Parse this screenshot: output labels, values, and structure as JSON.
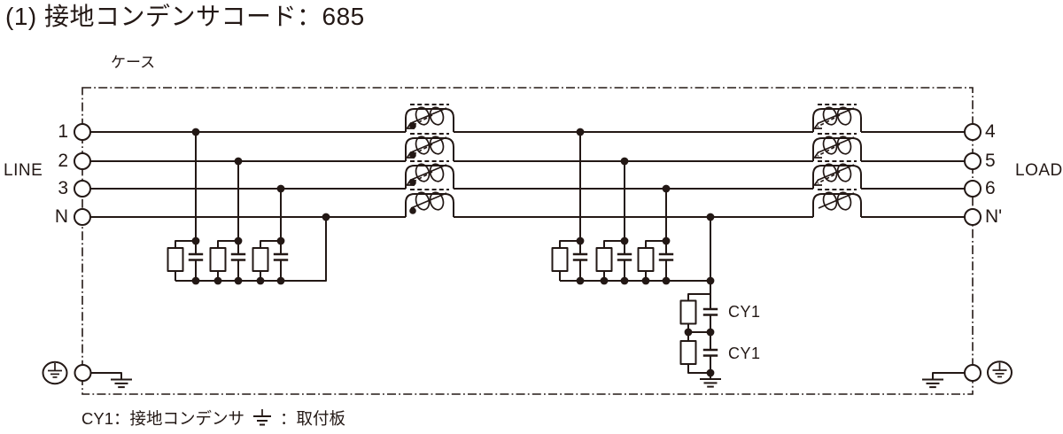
{
  "colors": {
    "ink": "#231815",
    "background": "#ffffff"
  },
  "title": "(1) 接地コンデンサコード：685",
  "case_label": "ケース",
  "side_labels": {
    "line": "LINE",
    "load": "LOAD"
  },
  "terminals": {
    "left": [
      "1",
      "2",
      "3",
      "N"
    ],
    "right": [
      "4",
      "5",
      "6",
      "N'"
    ]
  },
  "component_labels": {
    "cy1_top": "CY1",
    "cy1_bottom": "CY1"
  },
  "caption": {
    "prefix": "CY1：接地コンデンサ",
    "suffix": "：取付板"
  }
}
